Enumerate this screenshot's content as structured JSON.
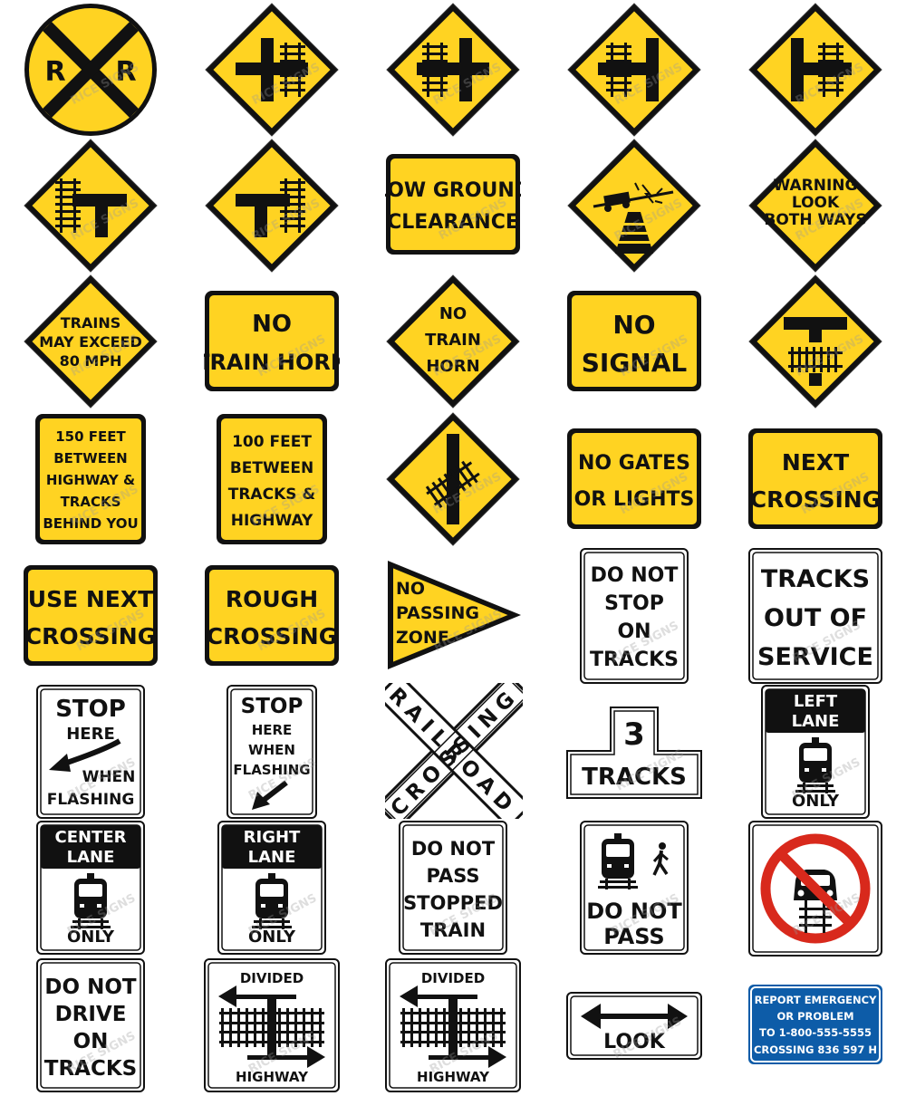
{
  "colors": {
    "yellow": "#FFD322",
    "black": "#111111",
    "white": "#FFFFFF",
    "red": "#D8291C",
    "blue": "#0D5CA8"
  },
  "watermark": "RICE SIGNS",
  "signs": {
    "rr_advance": {
      "left": "R",
      "right": "R"
    },
    "low_ground": {
      "line1": "LOW GROUND",
      "line2": "CLEARANCE"
    },
    "look_both": {
      "line1": "WARNING",
      "line2": "LOOK",
      "line3": "BOTH WAYS"
    },
    "trains_exceed": {
      "line1": "TRAINS",
      "line2": "MAY EXCEED",
      "line3": "80 MPH"
    },
    "no_horn_rect": {
      "line1": "NO",
      "line2": "TRAIN HORN"
    },
    "no_horn_diamond": {
      "line1": "NO",
      "line2": "TRAIN",
      "line3": "HORN"
    },
    "no_signal": {
      "line1": "NO",
      "line2": "SIGNAL"
    },
    "feet150": {
      "line1": "150 FEET",
      "line2": "BETWEEN",
      "line3": "HIGHWAY &",
      "line4": "TRACKS",
      "line5": "BEHIND YOU"
    },
    "feet100": {
      "line1": "100 FEET",
      "line2": "BETWEEN",
      "line3": "TRACKS &",
      "line4": "HIGHWAY"
    },
    "no_gates": {
      "line1": "NO GATES",
      "line2": "OR LIGHTS"
    },
    "next_crossing": {
      "line1": "NEXT",
      "line2": "CROSSING"
    },
    "use_next": {
      "line1": "USE NEXT",
      "line2": "CROSSING"
    },
    "rough": {
      "line1": "ROUGH",
      "line2": "CROSSING"
    },
    "no_passing": {
      "line1": "NO",
      "line2": "PASSING",
      "line3": "ZONE"
    },
    "do_not_stop": {
      "line1": "DO NOT",
      "line2": "STOP",
      "line3": "ON",
      "line4": "TRACKS"
    },
    "out_of_service": {
      "line1": "TRACKS",
      "line2": "OUT OF",
      "line3": "SERVICE"
    },
    "stop_here_1": {
      "line1": "STOP",
      "line2": "HERE",
      "line3": "WHEN",
      "line4": "FLASHING"
    },
    "stop_here_2": {
      "line1": "STOP",
      "line2": "HERE",
      "line3": "WHEN",
      "line4": "FLASHING"
    },
    "crossbuck": {
      "word1": "RAILROAD",
      "word2": "CROSSING"
    },
    "tracks3": {
      "number": "3",
      "label": "TRACKS"
    },
    "left_lane": {
      "line1": "LEFT",
      "line2": "LANE",
      "line3": "ONLY"
    },
    "center_lane": {
      "line1": "CENTER",
      "line2": "LANE",
      "line3": "ONLY"
    },
    "right_lane": {
      "line1": "RIGHT",
      "line2": "LANE",
      "line3": "ONLY"
    },
    "do_not_pass_train": {
      "line1": "DO NOT",
      "line2": "PASS",
      "line3": "STOPPED",
      "line4": "TRAIN"
    },
    "lrt_do_not_pass": {
      "line1": "DO NOT",
      "line2": "PASS"
    },
    "do_not_drive": {
      "line1": "DO NOT",
      "line2": "DRIVE",
      "line3": "ON",
      "line4": "TRACKS"
    },
    "divided_1": {
      "line1": "DIVIDED",
      "line2": "HIGHWAY"
    },
    "divided_2": {
      "line1": "DIVIDED",
      "line2": "HIGHWAY"
    },
    "look": {
      "line1": "LOOK"
    },
    "emergency": {
      "line1": "REPORT EMERGENCY",
      "line2": "OR PROBLEM",
      "line3": "TO 1-800-555-5555",
      "line4": "CROSSING  836  597  H"
    }
  }
}
